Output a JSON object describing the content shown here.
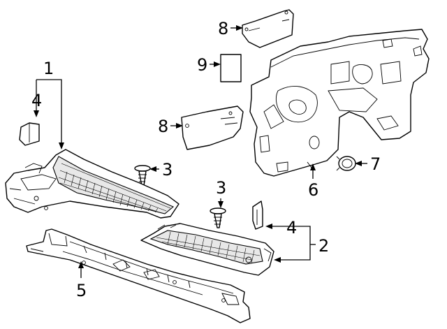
{
  "callouts": [
    {
      "id": "c1",
      "label": "1"
    },
    {
      "id": "c2",
      "label": "2"
    },
    {
      "id": "c3a",
      "label": "3"
    },
    {
      "id": "c3b",
      "label": "3"
    },
    {
      "id": "c4a",
      "label": "4"
    },
    {
      "id": "c4b",
      "label": "4"
    },
    {
      "id": "c5",
      "label": "5"
    },
    {
      "id": "c6",
      "label": "6"
    },
    {
      "id": "c7",
      "label": "7"
    },
    {
      "id": "c8a",
      "label": "8"
    },
    {
      "id": "c8b",
      "label": "8"
    },
    {
      "id": "c9",
      "label": "9"
    }
  ]
}
